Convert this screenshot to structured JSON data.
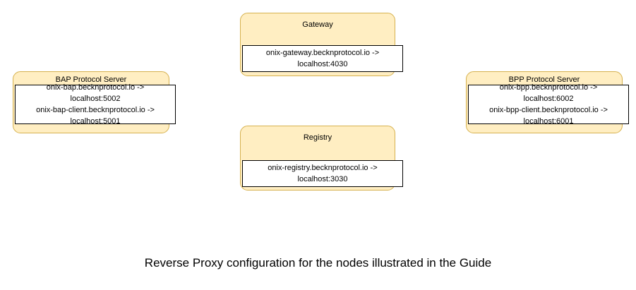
{
  "diagram": {
    "caption": "Reverse Proxy configuration for the nodes illustrated in the Guide",
    "colors": {
      "node_fill": "#ffeec2",
      "node_border": "#d6b14e",
      "panel_fill": "#ffffff",
      "panel_border": "#000000",
      "text": "#000000",
      "background": "#ffffff"
    },
    "nodes": [
      {
        "id": "gateway",
        "title": "Gateway",
        "lines": [
          "onix-gateway.becknprotocol.io ->",
          "localhost:4030"
        ]
      },
      {
        "id": "registry",
        "title": "Registry",
        "lines": [
          "onix-registry.becknprotocol.io ->",
          "localhost:3030"
        ]
      },
      {
        "id": "bap",
        "title": "BAP Protocol Server",
        "lines": [
          "onix-bap.becknprotocol.io ->",
          "localhost:5002",
          "onix-bap-client.becknprotocol.io ->",
          "localhost:5001"
        ]
      },
      {
        "id": "bpp",
        "title": "BPP Protocol Server",
        "lines": [
          "onix-bpp.becknprotocol.io ->",
          "localhost:6002",
          "onix-bpp-client.becknprotocol.io ->",
          "localhost:6001"
        ]
      }
    ]
  }
}
